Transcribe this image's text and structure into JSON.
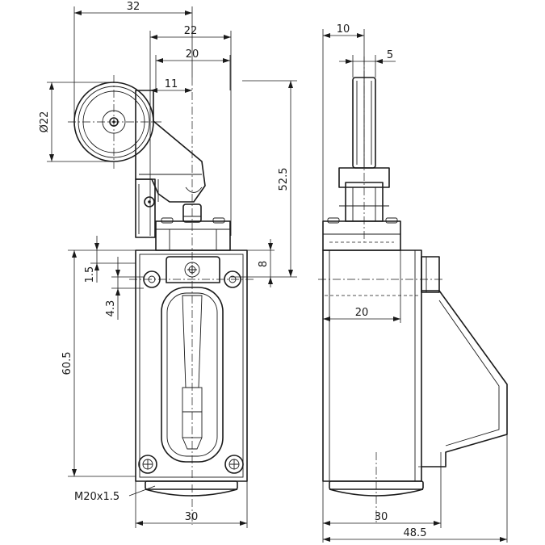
{
  "dimensions": {
    "width_32": "32",
    "width_22": "22",
    "width_20_top": "20",
    "offset_11": "11",
    "roller_diameter": "Ø22",
    "height_52_5": "52.5",
    "height_8": "8",
    "height_1_5": "1.5",
    "height_4_3": "4.3",
    "height_60_5": "60.5",
    "thread": "M20x1.5",
    "base_width_front": "30",
    "side_width_10": "10",
    "side_width_5": "5",
    "side_width_20": "20",
    "base_width_side": "30",
    "total_depth": "48.5"
  }
}
